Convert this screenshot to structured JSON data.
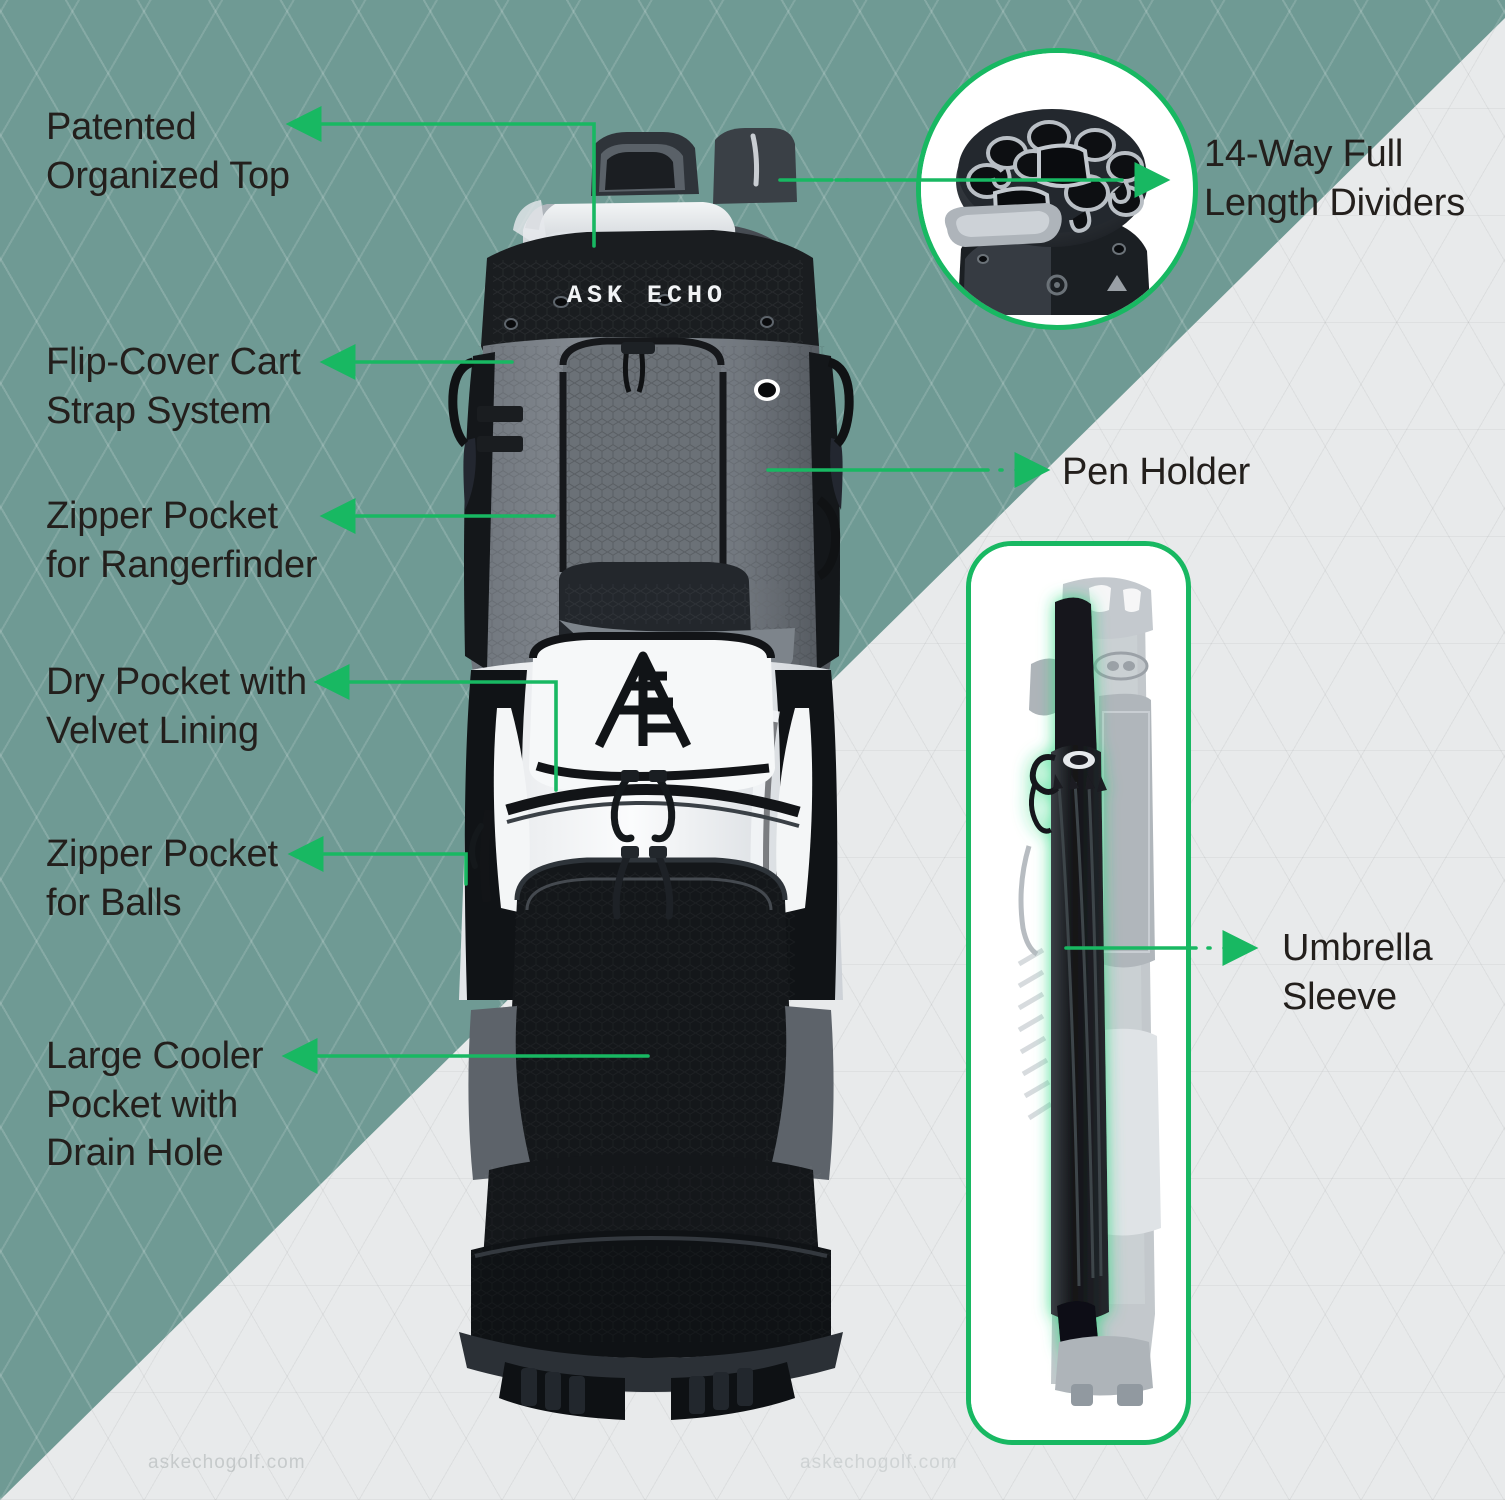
{
  "theme": {
    "bg_teal": "#6f9a94",
    "bg_light": "#e8eaeb",
    "accent_green": "#18b862",
    "text_dark": "#231f1c"
  },
  "brand": {
    "wordmark": "ASK ECHO",
    "monogram": "AE"
  },
  "labels": {
    "left": [
      {
        "id": "patented-organized-top",
        "text": "Patented\nOrganized Top"
      },
      {
        "id": "flip-cover-cart-strap-system",
        "text": "Flip-Cover Cart\nStrap System"
      },
      {
        "id": "zipper-pocket-for-rangerfinder",
        "text": "Zipper Pocket\nfor Rangerfinder"
      },
      {
        "id": "dry-pocket-with-velvet-lining",
        "text": "Dry Pocket with\nVelvet Lining"
      },
      {
        "id": "zipper-pocket-for-balls",
        "text": "Zipper Pocket\nfor Balls"
      },
      {
        "id": "large-cooler-pocket-with-drain-hole",
        "text": "Large Cooler\nPocket with\nDrain Hole"
      }
    ],
    "right": [
      {
        "id": "14-way-full-length-dividers",
        "text": "14-Way Full\nLength Dividers"
      },
      {
        "id": "pen-holder",
        "text": "Pen Holder"
      },
      {
        "id": "umbrella-sleeve",
        "text": "Umbrella\nSleeve"
      }
    ]
  },
  "insets": {
    "top_circle": {
      "id": "divider-top-closeup",
      "caption_ref": "14-Way Full Length Dividers"
    },
    "side_panel": {
      "id": "side-view-umbrella",
      "caption_ref": "Umbrella Sleeve"
    }
  },
  "watermarks": {
    "left": "askechogolf.com",
    "right": "askechogolf.com"
  }
}
